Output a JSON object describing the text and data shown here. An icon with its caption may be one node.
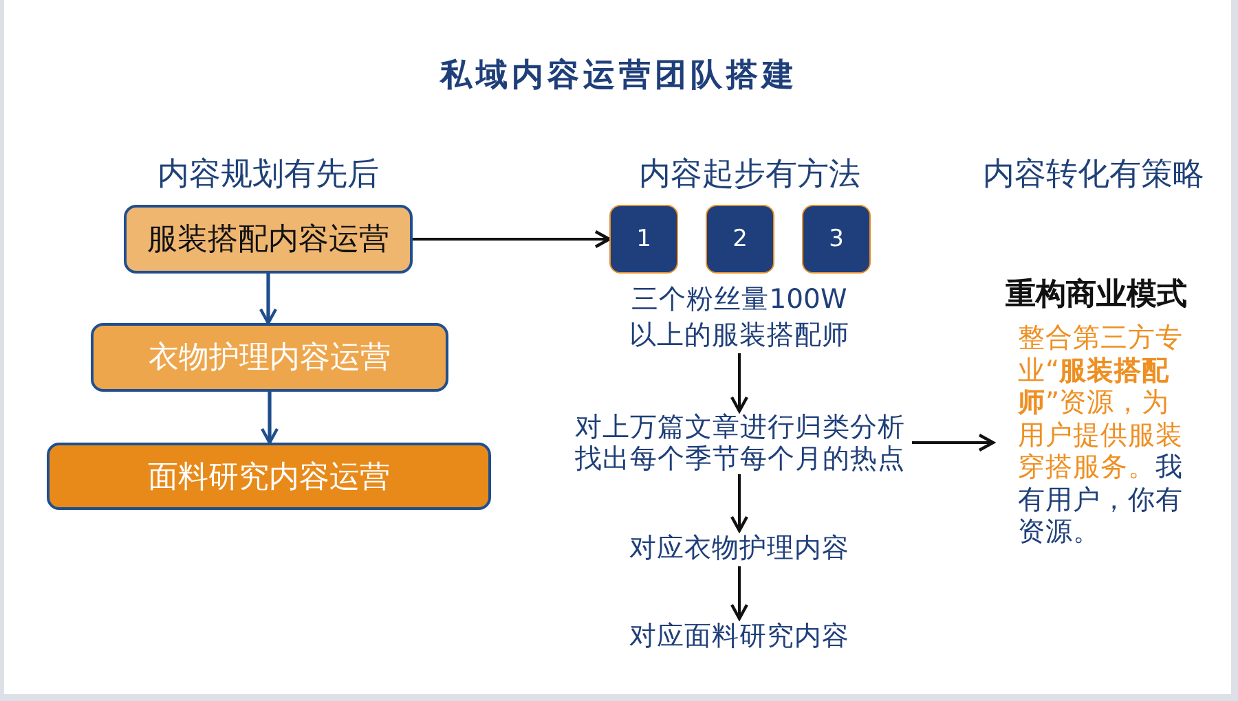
{
  "diagram": {
    "title": "私域内容运营团队搭建",
    "nodes": [
      {
        "text": [
          "服装搭配内容运营"
        ]
      },
      {
        "text": [
          "衣物护理内容运营"
        ]
      },
      {
        "text": [
          "面料研究内容运营"
        ]
      },
      {
        "text": [
          "1"
        ]
      },
      {
        "text": [
          "2"
        ]
      },
      {
        "text": [
          "3"
        ]
      },
      {
        "text": [
          "三个粉丝量100W以上的服装搭配师"
        ]
      },
      {
        "text": [
          "对上万篇文章进行归类分析找出每个季节每个月的热点"
        ]
      },
      {
        "text": [
          "对应衣物护理内容"
        ]
      },
      {
        "text": [
          "对应面料研究内容"
        ]
      },
      {
        "text": [
          "重构商业模式",
          "整合第三方专业“**服装搭配师**”资源，为用户提供服装穿搭服务。",
          "我有用户，你有资源。"
        ]
      }
    ],
    "edges": [
      {
        "from": 0,
        "to": 1,
        "arrow": "to",
        "color": "#1f4e8c"
      },
      {
        "from": 1,
        "to": 2,
        "arrow": "to",
        "color": "#1f4e8c"
      },
      {
        "from": 0,
        "to": 3,
        "arrow": "to"
      },
      {
        "from": 6,
        "to": 7,
        "arrow": "to"
      },
      {
        "from": 7,
        "to": 8,
        "arrow": "to"
      },
      {
        "from": 8,
        "to": 9,
        "arrow": "to"
      },
      {
        "from": 7,
        "to": 10,
        "arrow": "to"
      }
    ],
    "labels": [
      "内容规划有先后",
      "内容起步有方法",
      "内容转化有策略"
    ]
  }
}
